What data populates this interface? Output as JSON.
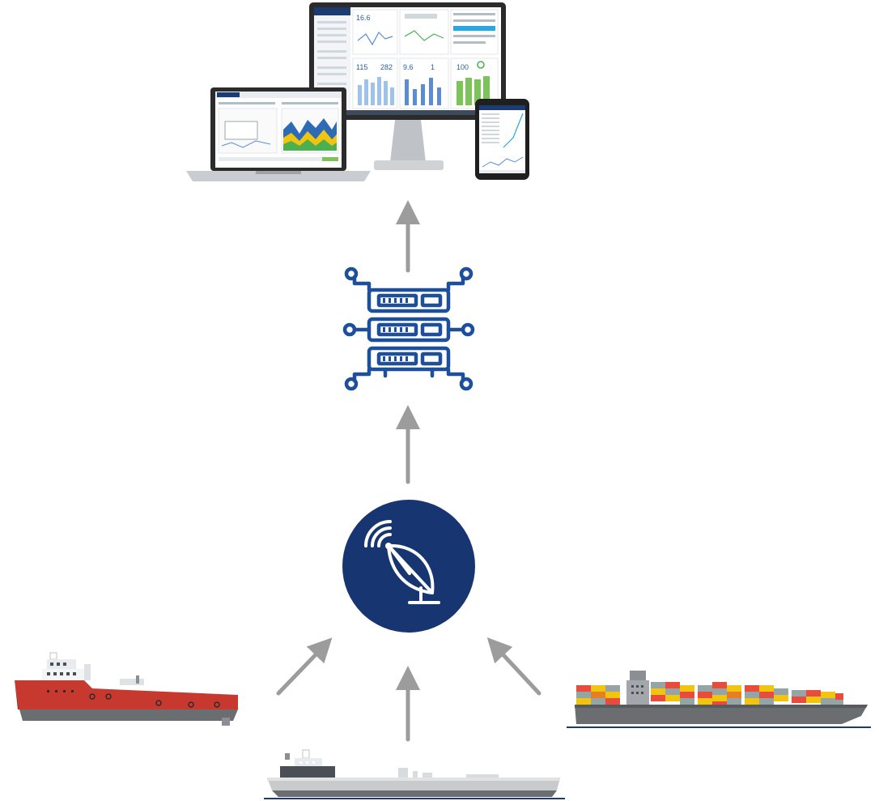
{
  "colors": {
    "navy": "#173671",
    "server_blue": "#1d4f9a",
    "arrow_gray": "#9c9c9c",
    "ship_red": "#c7392f",
    "ship_gray": "#6b6e70",
    "container_colors": [
      "#e74c3c",
      "#f1c40f",
      "#95a5a6",
      "#e67e22"
    ]
  },
  "icons": {
    "dashboard": "devices-dashboard-icon",
    "server": "server-network-icon",
    "satellite": "satellite-dish-icon"
  },
  "devices": {
    "monitor_values": [
      "16.6",
      "115",
      "282",
      "9.6",
      "1",
      "100"
    ]
  },
  "vessels": [
    {
      "type": "offshore-supply-vessel"
    },
    {
      "type": "tanker"
    },
    {
      "type": "container-ship"
    }
  ]
}
